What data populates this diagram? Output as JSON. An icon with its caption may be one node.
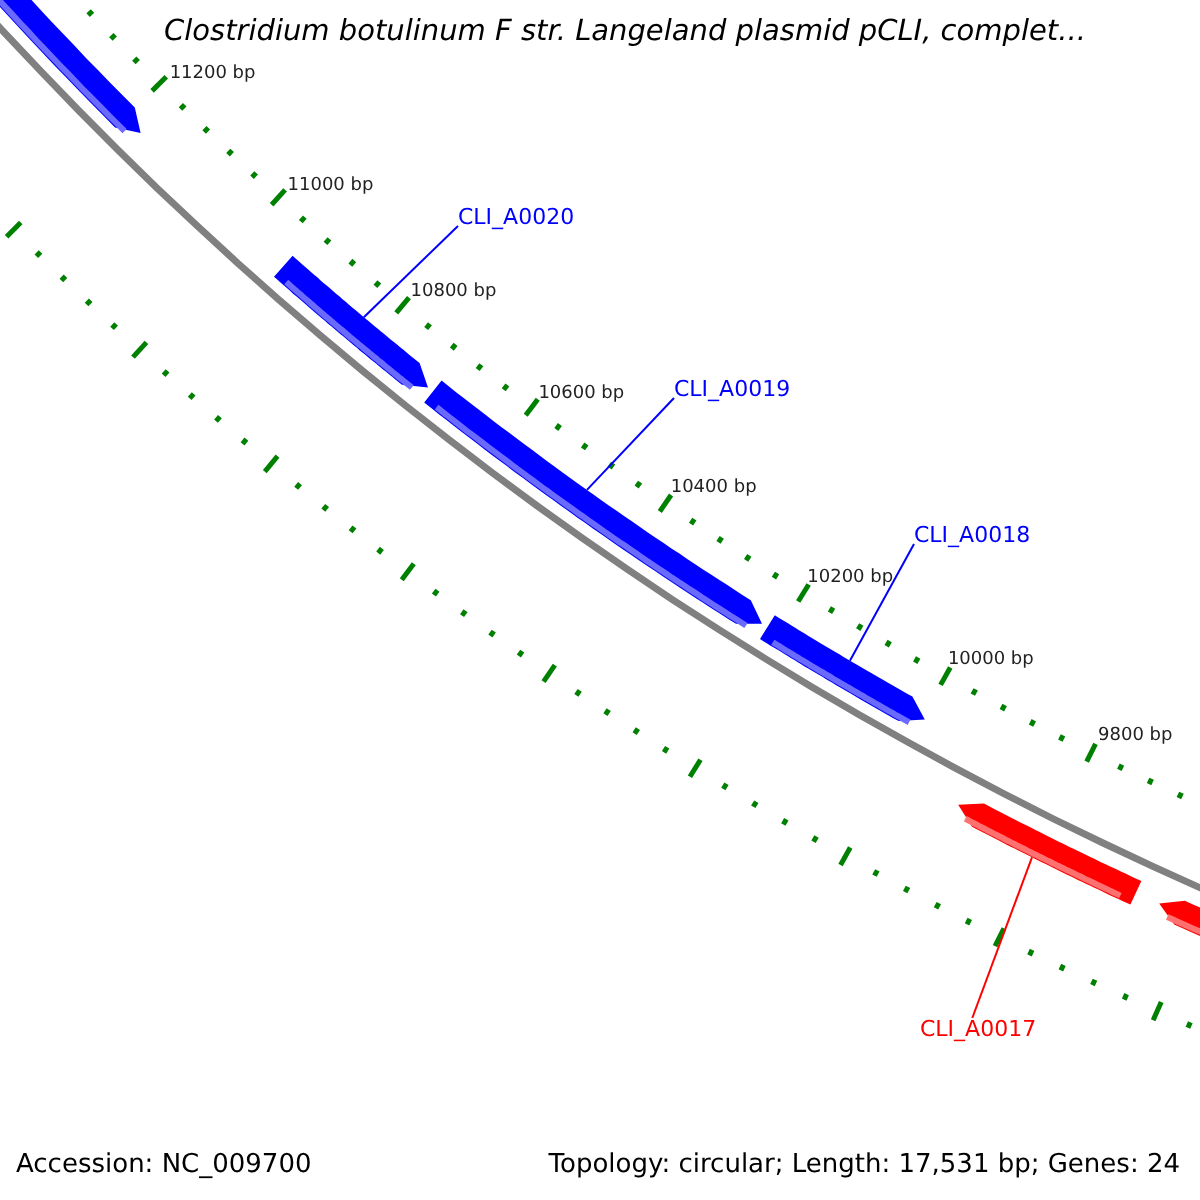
{
  "diagram": {
    "title": "Clostridium botulinum F str. Langeland plasmid pCLI, complet...",
    "nodes": [
      {
        "text": [],
        "shape": "arrow"
      },
      {
        "text": [
          "CLI_A0020"
        ]
      },
      {
        "text": [],
        "shape": "arrow"
      },
      {
        "text": [
          "CLI_A0019"
        ]
      },
      {
        "text": [],
        "shape": "arrow"
      },
      {
        "text": [
          "CLI_A0018"
        ]
      },
      {
        "text": [],
        "shape": "arrow"
      },
      {
        "text": [],
        "shape": "arrow"
      },
      {
        "text": [],
        "shape": "arrow"
      },
      {
        "text": [
          "CLI_A0017"
        ]
      }
    ],
    "edges": [
      {
        "from": 1,
        "to": 2,
        "arrow": "none"
      },
      {
        "from": 3,
        "to": 4,
        "arrow": "none"
      },
      {
        "from": 5,
        "to": 6,
        "arrow": "none"
      },
      {
        "from": 9,
        "to": 7,
        "arrow": "none",
        "color": "#ff0000"
      }
    ],
    "labels": [
      "11200 bp",
      "11000 bp",
      "10800 bp",
      "10600 bp",
      "10400 bp",
      "10200 bp",
      "10000 bp",
      "9800 bp",
      "Accession: NC_009700",
      "Topology: circular; Length: 17,531 bp; Genes: 24"
    ]
  }
}
